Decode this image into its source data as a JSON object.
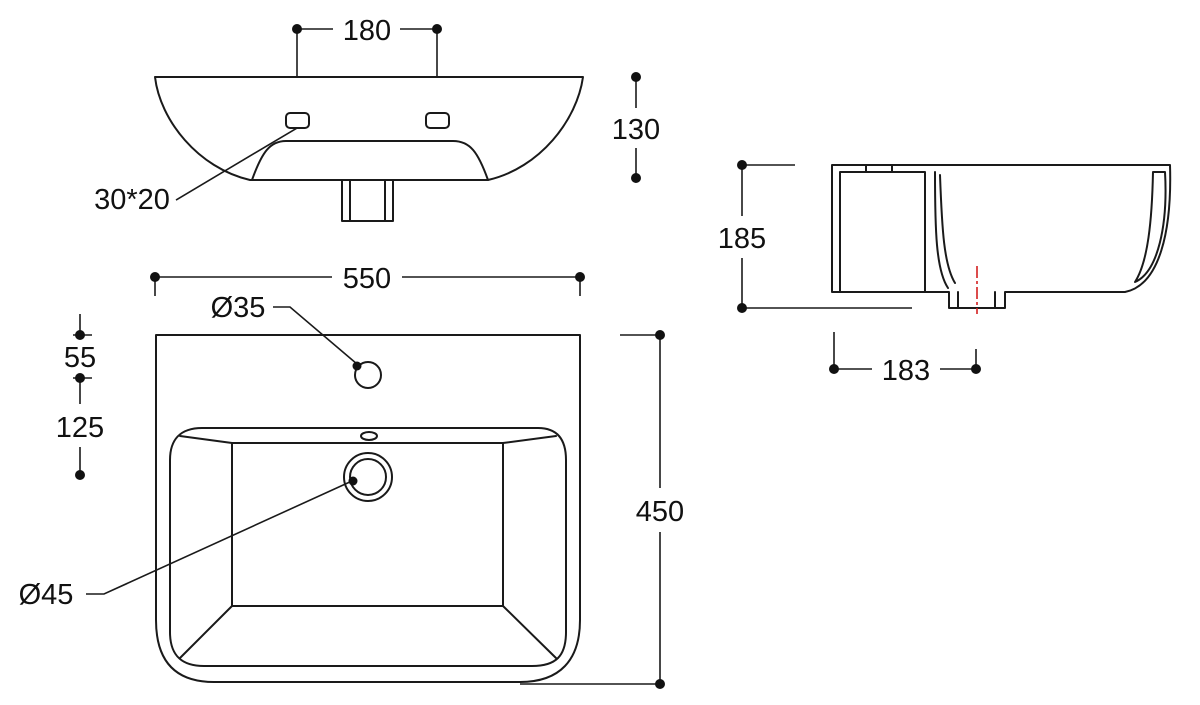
{
  "title": "Wash basin technical drawing",
  "views": [
    "top-view",
    "plan-view",
    "side-section-view"
  ],
  "dimensions": {
    "tap_hole_spacing": "180",
    "basin_height": "130",
    "side_height": "185",
    "overall_width": "550",
    "overall_depth": "450",
    "tap_hole_offset": "55",
    "waste_offset": "125",
    "side_drain_offset": "183",
    "tap_hole_diameter": "Ø35",
    "waste_diameter": "Ø45",
    "fixing_slot_size": "30*20"
  },
  "colors": {
    "line": "#1a1a1a",
    "centerline": "#d42020",
    "background": "#ffffff"
  }
}
